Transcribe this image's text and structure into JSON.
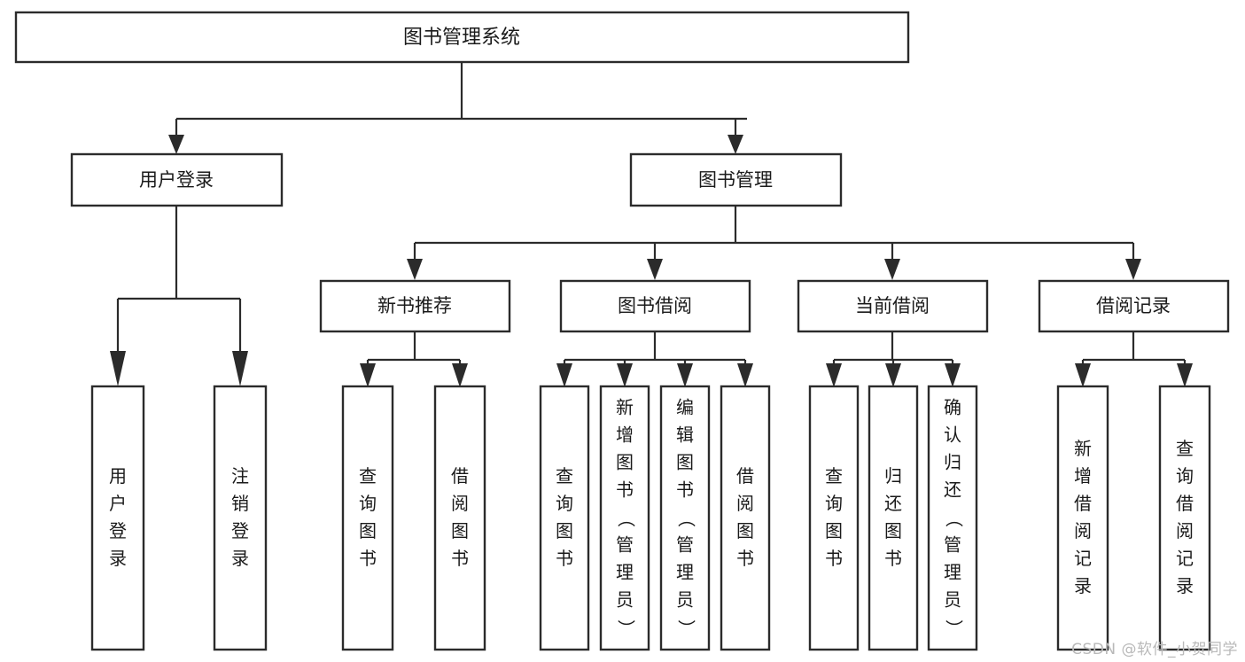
{
  "diagram": {
    "title": "图书管理系统",
    "type": "tree",
    "orientation": "top-down",
    "watermark": "CSDN @软件_小贺同学",
    "colors": {
      "background": "#ffffff",
      "box_fill": "#ffffff",
      "box_stroke": "#2b2b2b",
      "connector": "#2b2b2b",
      "text": "#1a1a1a",
      "watermark": "#b9b9b9"
    },
    "root": {
      "label": "图书管理系统"
    },
    "level2": [
      {
        "label": "用户登录"
      },
      {
        "label": "图书管理"
      }
    ],
    "level3": [
      {
        "label": "新书推荐"
      },
      {
        "label": "图书借阅"
      },
      {
        "label": "当前借阅"
      },
      {
        "label": "借阅记录"
      }
    ],
    "leaves": {
      "user_login": [
        {
          "label": "用户登录"
        },
        {
          "label": "注销登录"
        }
      ],
      "new_book_recommend": [
        {
          "label": "查询图书"
        },
        {
          "label": "借阅图书"
        }
      ],
      "book_borrow": [
        {
          "label": "查询图书"
        },
        {
          "label": "新增图书（管理员）"
        },
        {
          "label": "编辑图书（管理员）"
        },
        {
          "label": "借阅图书"
        }
      ],
      "current_borrow": [
        {
          "label": "查询图书"
        },
        {
          "label": "归还图书"
        },
        {
          "label": "确认归还（管理员）"
        }
      ],
      "borrow_record": [
        {
          "label": "新增借阅记录"
        },
        {
          "label": "查询借阅记录"
        }
      ]
    }
  }
}
